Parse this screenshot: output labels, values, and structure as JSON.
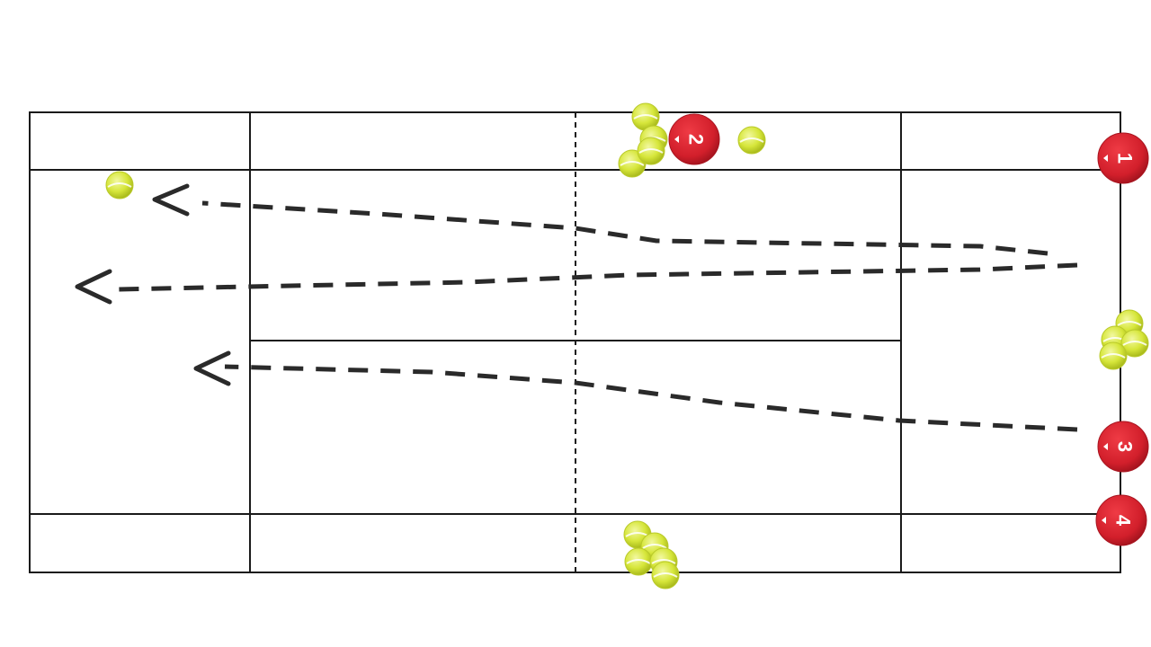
{
  "diagram": {
    "type": "tennis-court-drill",
    "colors": {
      "background": "#ffffff",
      "court_lines": "#1a1a1a",
      "net_line": "#1a1a1a",
      "shot_path": "#2a2a2a",
      "marker_fill": "#d21f2b",
      "marker_edge": "#a8141f",
      "marker_text": "#ffffff",
      "ball_fill": "#d8e83a",
      "ball_seam": "#ffffff"
    },
    "player_markers": [
      {
        "id": "player-1",
        "label": "1"
      },
      {
        "id": "player-2",
        "label": "2"
      },
      {
        "id": "player-3",
        "label": "3"
      },
      {
        "id": "player-4",
        "label": "4"
      }
    ],
    "shot_paths": [
      {
        "id": "shot-path-1",
        "direction": "left",
        "style": "dashed"
      },
      {
        "id": "shot-path-2",
        "direction": "left",
        "style": "dashed"
      },
      {
        "id": "shot-path-3",
        "direction": "left",
        "style": "dashed"
      }
    ],
    "ball_icon": "tennis-ball-icon",
    "arrow_icon": "open-arrowhead-icon"
  }
}
